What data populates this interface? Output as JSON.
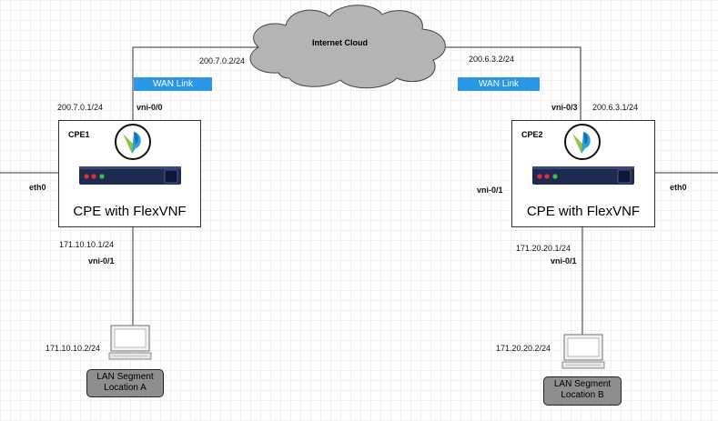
{
  "cloud": {
    "label": "Internet Cloud"
  },
  "links": {
    "wan_left": "WAN Link",
    "wan_right": "WAN Link",
    "ip_cloud_left": "200.7.0.2/24",
    "ip_cloud_right": "200.6.3.2/24"
  },
  "cpe1": {
    "title": "CPE1",
    "subtitle": "CPE with FlexVNF",
    "wan_ip": "200.7.0.1/24",
    "wan_iface": "vni-0/0",
    "eth": "eth0",
    "lan_ip": "171.10.10.1/24",
    "lan_iface": "vni-0/1"
  },
  "cpe2": {
    "title": "CPE2",
    "subtitle": "CPE with FlexVNF",
    "wan_ip": "200.6.3.1/24",
    "wan_iface": "vni-0/3",
    "eth": "eth0",
    "side_iface": "vni-0/1",
    "lan_ip": "171.20.20.1/24",
    "lan_iface": "vni-0/1"
  },
  "lan_a": {
    "host_ip": "171.10.10.2/24",
    "line1": "LAN Segment",
    "line2": "Location A"
  },
  "lan_b": {
    "host_ip": "171.20.20.2/24",
    "line1": "LAN Segment",
    "line2": "Location B"
  },
  "colors": {
    "wan_badge": "#2b95e6",
    "cloud_fill": "#b4b4b4",
    "lan_fill": "#8e8e8e",
    "router_body": "#1e2a52"
  }
}
